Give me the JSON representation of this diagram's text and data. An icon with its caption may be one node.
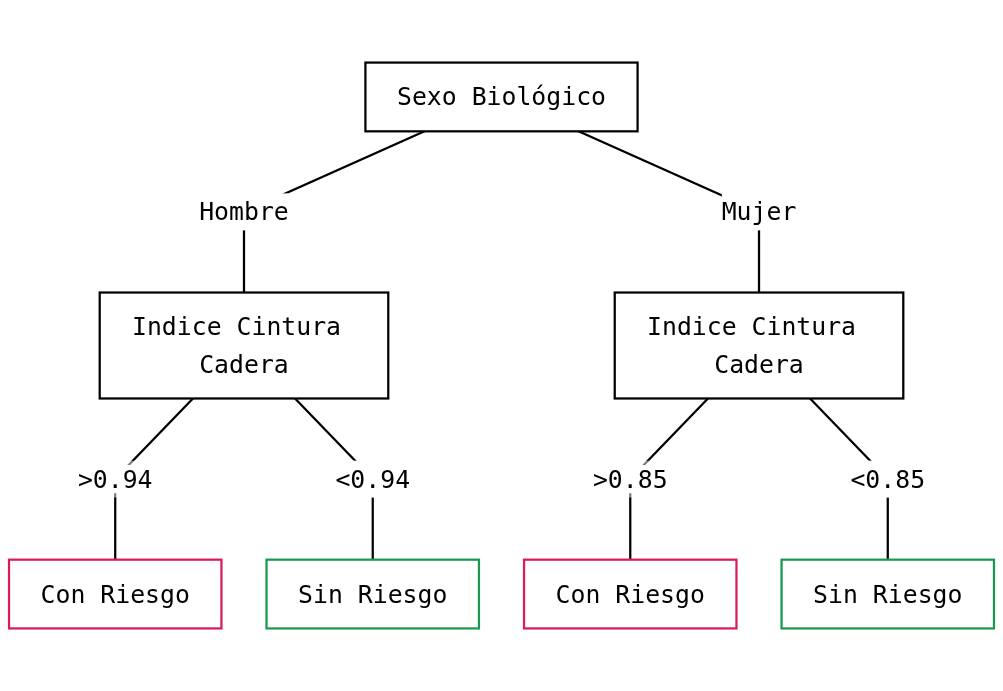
{
  "diagram": {
    "nodes": [
      {
        "text": [
          "Sexo Biológico"
        ]
      },
      {
        "text": [
          "Indice Cintura Cadera"
        ]
      },
      {
        "text": [
          "Indice Cintura Cadera"
        ]
      },
      {
        "text": [
          "Con Riesgo"
        ]
      },
      {
        "text": [
          "Sin Riesgo"
        ]
      },
      {
        "text": [
          "Con Riesgo"
        ]
      },
      {
        "text": [
          "Sin Riesgo"
        ]
      }
    ],
    "edges": [
      {
        "from": 0,
        "to": 1,
        "arrow": "none",
        "label": "Hombre"
      },
      {
        "from": 0,
        "to": 2,
        "arrow": "none",
        "label": "Mujer"
      },
      {
        "from": 1,
        "to": 3,
        "arrow": "none",
        "label": ">0.94"
      },
      {
        "from": 1,
        "to": 4,
        "arrow": "none",
        "label": "<0.94"
      },
      {
        "from": 2,
        "to": 5,
        "arrow": "none",
        "label": ">0.85"
      },
      {
        "from": 2,
        "to": 6,
        "arrow": "none",
        "label": "<0.85"
      }
    ]
  }
}
